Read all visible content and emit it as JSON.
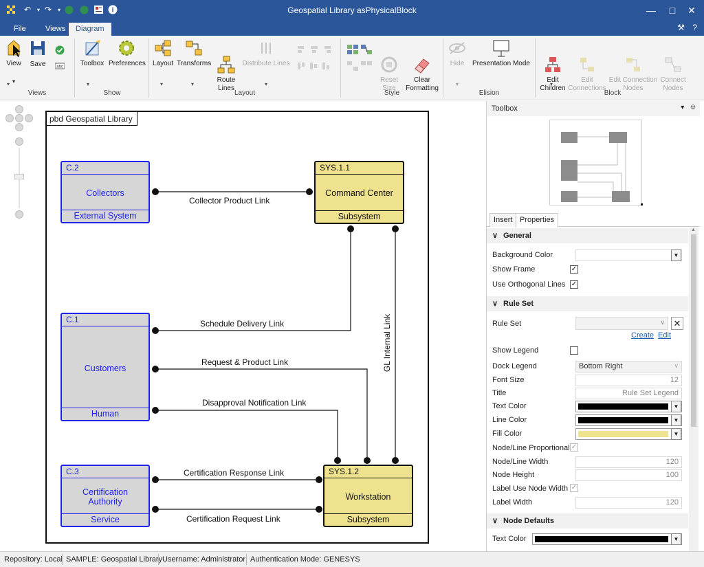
{
  "window": {
    "title": "Geospatial Library asPhysicalBlock"
  },
  "tabs": [
    {
      "label": "File"
    },
    {
      "label": "Views"
    },
    {
      "label": "Diagram"
    }
  ],
  "ribbon": {
    "views": {
      "view_label": "View",
      "save_label": "Save",
      "group_label": "Views"
    },
    "show": {
      "toolbox_label": "Toolbox",
      "preferences_label": "Preferences",
      "group_label": "Show"
    },
    "layout": {
      "layout_label": "Layout",
      "transforms_label": "Transforms",
      "route_lines_label": "Route\nLines",
      "distribute_label": "Distribute Lines",
      "group_label": "Layout"
    },
    "style": {
      "reset_label": "Reset\nSize",
      "clear_label": "Clear\nFormatting",
      "group_label": "Style"
    },
    "elision": {
      "hide_label": "Hide",
      "presentation_label": "Presentation Mode",
      "group_label": "Elision"
    },
    "block": {
      "edit_children_label": "Edit\nChildren",
      "edit_connections_label": "Edit\nConnections",
      "edit_connection_nodes_label": "Edit Connection\nNodes",
      "connect_nodes_label": "Connect\nNodes",
      "group_label": "Block"
    }
  },
  "diagram": {
    "frame_title": "pbd Geospatial Library",
    "nodes": {
      "collectors": {
        "id": "C.2",
        "name": "Collectors",
        "type": "External System"
      },
      "customers": {
        "id": "C.1",
        "name": "Customers",
        "type": "Human"
      },
      "cert": {
        "id": "C.3",
        "name": "Certification Authority",
        "type": "Service"
      },
      "command": {
        "id": "SYS.1.1",
        "name": "Command Center",
        "type": "Subsystem"
      },
      "workstation": {
        "id": "SYS.1.2",
        "name": "Workstation",
        "type": "Subsystem"
      }
    },
    "links": {
      "collector_product": "Collector Product Link",
      "schedule_delivery": "Schedule Delivery Link",
      "request_product": "Request & Product Link",
      "disapproval": "Disapproval Notification Link",
      "cert_response": "Certification Response Link",
      "cert_request": "Certification Request Link",
      "gl_internal": "GL Internal Link"
    }
  },
  "panel": {
    "title": "Toolbox",
    "tabs": {
      "insert": "Insert",
      "properties": "Properties"
    },
    "general": {
      "heading": "General",
      "background_color_label": "Background Color",
      "show_frame_label": "Show Frame",
      "show_frame": true,
      "orthogonal_label": "Use Orthogonal Lines",
      "orthogonal": true
    },
    "rule_set": {
      "heading": "Rule Set",
      "rule_set_label": "Rule Set",
      "create_link": "Create",
      "edit_link": "Edit",
      "show_legend_label": "Show Legend",
      "show_legend": false,
      "dock_legend_label": "Dock Legend",
      "dock_legend_value": "Bottom Right",
      "font_size_label": "Font Size",
      "font_size_value": "12",
      "title_label": "Title",
      "title_value": "Rule Set Legend",
      "text_color_label": "Text Color",
      "text_color": "#000000",
      "line_color_label": "Line Color",
      "line_color": "#000000",
      "fill_color_label": "Fill Color",
      "fill_color": "#efe28e",
      "proportional_label": "Node/Line Proportional",
      "proportional": true,
      "node_line_width_label": "Node/Line Width",
      "node_line_width_value": "120",
      "node_height_label": "Node Height",
      "node_height_value": "100",
      "label_use_node_width_label": "Label Use Node Width",
      "label_use_node_width": true,
      "label_width_label": "Label Width",
      "label_width_value": "120"
    },
    "node_defaults": {
      "heading": "Node Defaults",
      "text_color_label": "Text Color",
      "text_color": "#000000"
    }
  },
  "status_bar": {
    "repository": "Repository: Local",
    "project": "SAMPLE: Geospatial Library",
    "username": "Username: Administrator",
    "auth": "Authentication Mode: GENESYS"
  }
}
